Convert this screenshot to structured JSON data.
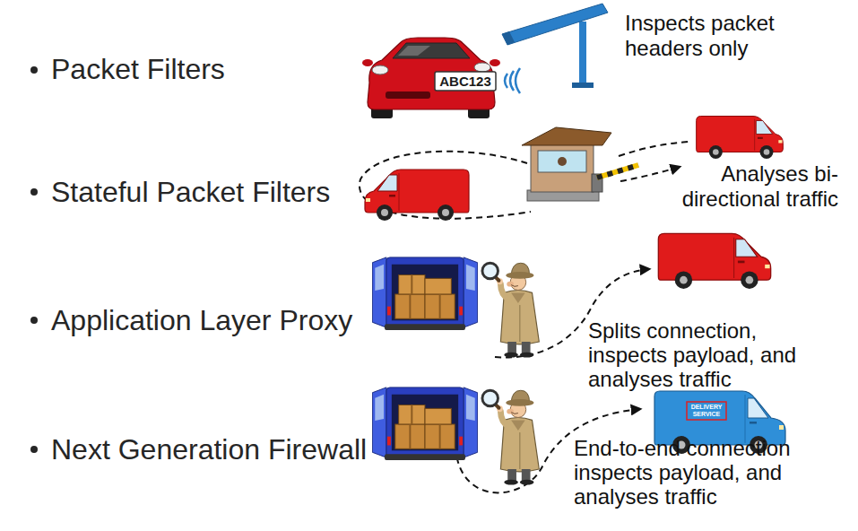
{
  "diagram": {
    "labels": [
      "Packet Filters",
      "Inspects packet headers only",
      "ABC123",
      "Stateful Packet Filters",
      "Analyses bi-directional traffic",
      "Application Layer Proxy",
      "Splits connection, inspects payload, and analyses traffic",
      "Next Generation Firewall",
      "DELIVERY SERVICE",
      "End-to-end connection inspects payload, and analyses traffic"
    ]
  }
}
